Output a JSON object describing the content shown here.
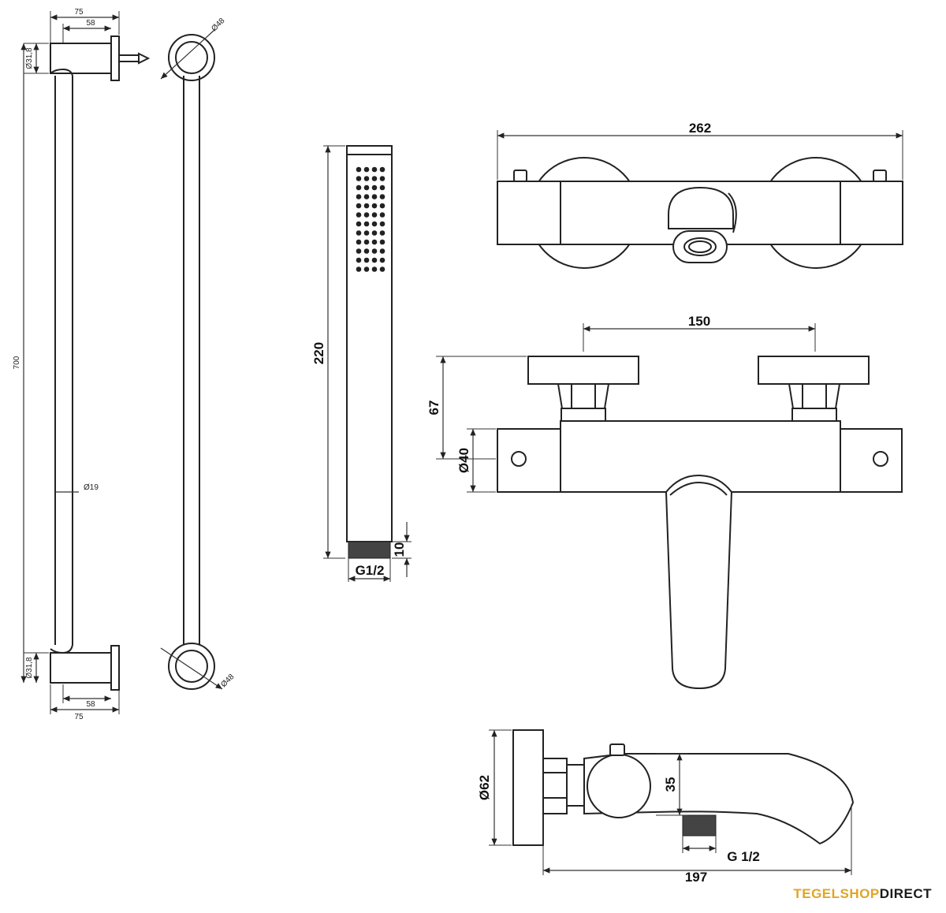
{
  "rail": {
    "width_top": "75",
    "offset_top": "58",
    "diameter_top": "Ø31,8",
    "flange_top": "Ø48",
    "length": "700",
    "tube_diameter": "Ø19",
    "diameter_bottom": "Ø31,8",
    "offset_bottom": "58",
    "width_bottom": "75",
    "flange_bottom": "Ø48"
  },
  "handshower": {
    "length": "220",
    "thread_length": "10",
    "thread": "G1/2"
  },
  "mixer_top": {
    "width": "262"
  },
  "mixer_front": {
    "handle_spacing": "150",
    "height": "67",
    "body_diameter": "Ø40"
  },
  "mixer_side": {
    "flange_diameter": "Ø62",
    "spout_height": "35",
    "outlet_thread": "G 1/2",
    "projection": "197"
  },
  "brand": {
    "part1": "TEGELSHOP",
    "part2": "DIRECT"
  },
  "colors": {
    "brand_accent": "#e0a526",
    "line": "#222222"
  }
}
